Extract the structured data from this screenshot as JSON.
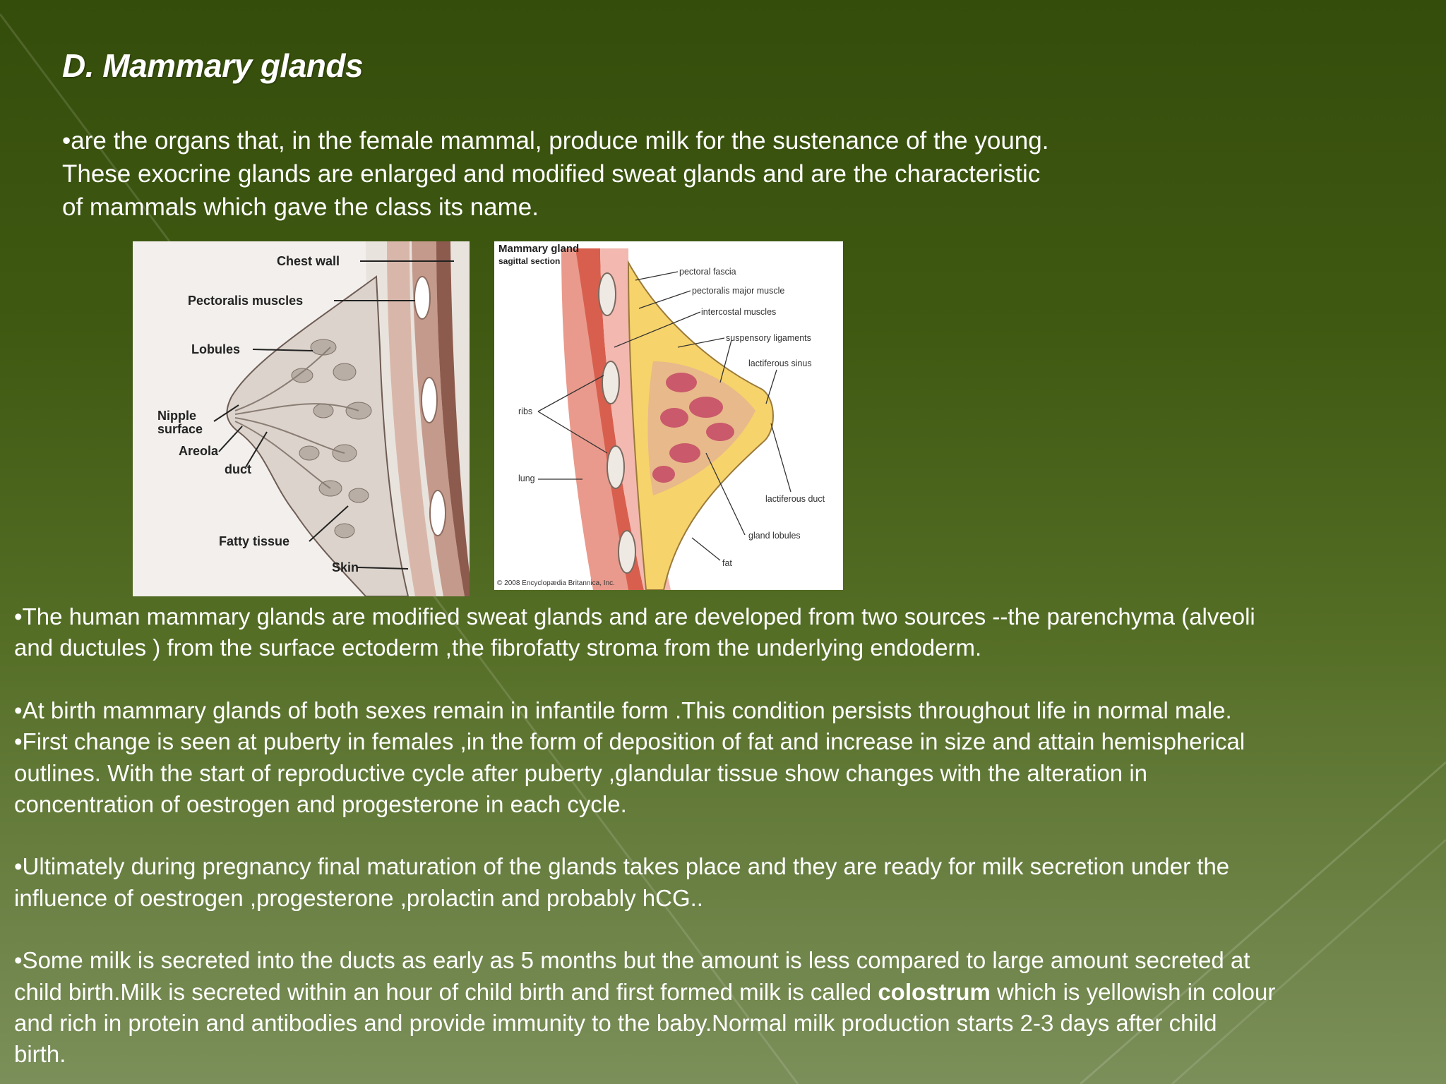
{
  "slide": {
    "title": "D. Mammary glands",
    "intro_lines": [
      "•are the organs that, in the female mammal, produce milk for the sustenance of the young.",
      "These exocrine glands are enlarged and modified sweat glands and are the characteristic",
      "of mammals which gave the class its name."
    ],
    "figure1": {
      "labels": {
        "chest_wall": "Chest wall",
        "pectoralis": "Pectoralis muscles",
        "lobules": "Lobules",
        "nipple_1": "Nipple",
        "nipple_2": "surface",
        "areola": "Areola",
        "duct": "duct",
        "fatty": "Fatty tissue",
        "skin": "Skin"
      }
    },
    "figure2": {
      "title": "Mammary gland",
      "subtitle": "sagittal section",
      "labels": {
        "pectoral_fascia": "pectoral fascia",
        "pectoralis_major": "pectoralis major muscle",
        "intercostal": "intercostal muscles",
        "suspensory": "suspensory ligaments",
        "lactiferous_sinus": "lactiferous sinus",
        "ribs": "ribs",
        "lung": "lung",
        "lactiferous_duct": "lactiferous duct",
        "gland_lobules": "gland lobules",
        "fat": "fat"
      },
      "credit": "© 2008 Encyclopædia Britannica, Inc."
    },
    "paragraphs": {
      "p1": [
        "•The human mammary glands are modified sweat glands and are developed from two sources --the parenchyma (alveoli",
        "and ductules ) from the surface ectoderm ,the fibrofatty stroma from the underlying endoderm."
      ],
      "p2": [
        "•At birth mammary glands of both sexes remain in infantile form .This condition persists throughout life in normal male.",
        "•First change is seen at puberty in females ,in the form of deposition of fat and increase in size and attain hemispherical",
        "outlines.  With the start of reproductive cycle after puberty ,glandular tissue show changes with the alteration in",
        "concentration of oestrogen and progesterone in each cycle."
      ],
      "p3": [
        "•Ultimately during pregnancy final maturation of the glands takes place and they are ready for milk secretion under the",
        "influence of oestrogen ,progesterone ,prolactin and probably hCG.."
      ],
      "p4": {
        "line1": "•Some milk is secreted into the ducts as early as 5 months but the amount is less compared to large amount secreted at",
        "line2_before": "child birth.Milk is secreted within an hour of child birth and first formed milk is called ",
        "line2_bold": "colostrum",
        "line2_after": " which is yellowish in colour",
        "line3": "and rich in protein and antibodies and provide immunity to the baby.Normal milk production starts 2-3 days after child",
        "line4": "birth."
      }
    }
  }
}
